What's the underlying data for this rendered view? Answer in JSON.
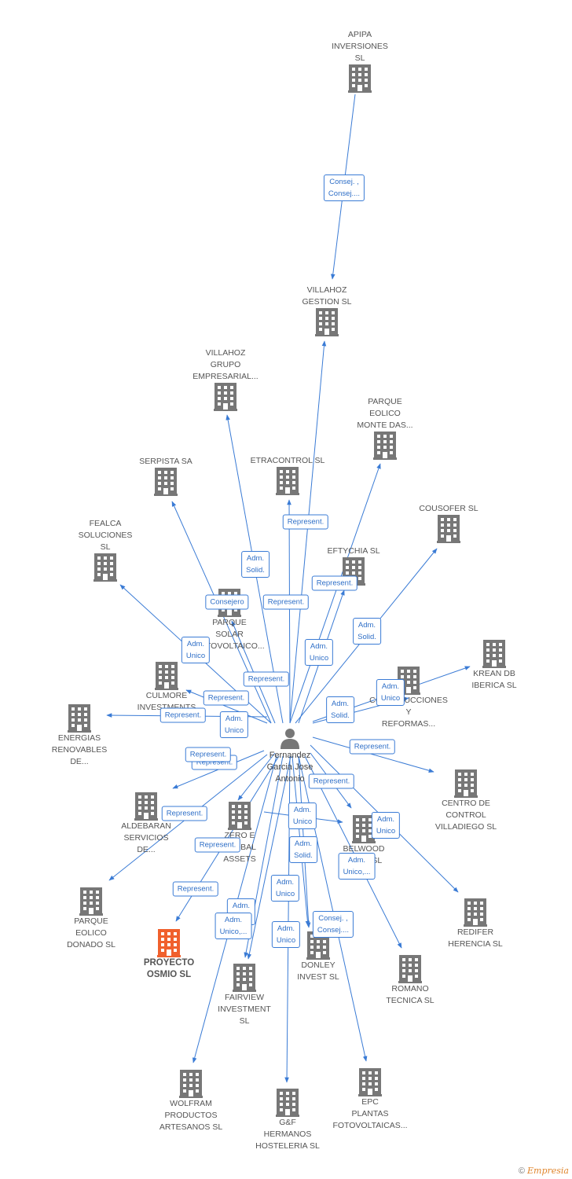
{
  "colors": {
    "edge": "#3a7bd5",
    "building": "#777777",
    "focus_building": "#f0602d",
    "person": "#777777"
  },
  "person": {
    "name": "Fernandez\nGarcia Jose\nAntonio",
    "icon": "person-icon"
  },
  "nodes": [
    {
      "id": "apipa",
      "label": "APIPA\nINVERSIONES\nSL"
    },
    {
      "id": "villahoz_gestion",
      "label": "VILLAHOZ\nGESTION  SL"
    },
    {
      "id": "villahoz_grupo",
      "label": "VILLAHOZ\nGRUPO\nEMPRESARIAL..."
    },
    {
      "id": "parque_monte",
      "label": "PARQUE\nEOLICO\nMONTE DAS..."
    },
    {
      "id": "serpista",
      "label": "SERPISTA SA"
    },
    {
      "id": "etracontrol",
      "label": "ETRACONTROL SL"
    },
    {
      "id": "cousofer",
      "label": "COUSOFER SL"
    },
    {
      "id": "fealca",
      "label": "FEALCA\nSOLUCIONES\nSL"
    },
    {
      "id": "eftychia",
      "label": "EFTYCHIA  SL"
    },
    {
      "id": "parque_solar",
      "label": "PARQUE\nSOLAR\nFOTOVOLTAICO..."
    },
    {
      "id": "krean",
      "label": "KREAN DB\nIBERICA  SL"
    },
    {
      "id": "culmore",
      "label": "CULMORE\nINVESTMENTS"
    },
    {
      "id": "construcciones",
      "label": "CONSTRUCCIONES\nY\nREFORMAS..."
    },
    {
      "id": "energias",
      "label": "ENERGIAS\nRENOVABLES\nDE..."
    },
    {
      "id": "centro_control",
      "label": "CENTRO DE\nCONTROL\nVILLADIEGO SL"
    },
    {
      "id": "aldebaran",
      "label": "ALDEBARAN\nSERVICIOS\nDE..."
    },
    {
      "id": "zero",
      "label": "ZERO E\nGLOBAL\nASSETS"
    },
    {
      "id": "belwood",
      "label": "BELWOOD\nSPAIN SL"
    },
    {
      "id": "redifer",
      "label": "REDIFER\nHERENCIA  SL"
    },
    {
      "id": "parque_donado",
      "label": "PARQUE\nEOLICO\nDONADO SL"
    },
    {
      "id": "proyecto",
      "label": "PROYECTO\nOSMIO  SL"
    },
    {
      "id": "donley",
      "label": "DONLEY\nINVEST  SL"
    },
    {
      "id": "fairview",
      "label": "FAIRVIEW\nINVESTMENT\nSL"
    },
    {
      "id": "romano",
      "label": "ROMANO\nTECNICA  SL"
    },
    {
      "id": "wolfram",
      "label": "WOLFRAM\nPRODUCTOS\nARTESANOS  SL"
    },
    {
      "id": "gf",
      "label": "G&F\nHERMANOS\nHOSTELERIA SL"
    },
    {
      "id": "epc",
      "label": "EPC\nPLANTAS\nFOTOVOLTAICAS..."
    }
  ],
  "edge_labels": [
    "Consej. ,\nConsej....",
    "Represent.",
    "Adm.\nSolid.",
    "Represent.",
    "Represent.",
    "Consejero",
    "Adm.\nSolid.",
    "Adm.\nUnico",
    "Adm.\nUnico",
    "Represent.",
    "Represent.",
    "Adm.\nUnico",
    "Adm.\nSolid.",
    "Represent.",
    "Adm.\nUnico",
    "Represent.",
    "Represent.",
    "Represent.",
    "Represent.",
    "Adm.\nUnico",
    "Adm.\nUnico",
    "Represent.",
    "Represent.",
    "Adm.\nSolid.",
    "Adm.\nUnico,...",
    "Represent.",
    "Adm.\nUnico",
    "Adm.\nUnico",
    "Adm.\nUnico,...",
    "Consej. ,\nConsej....",
    "Adm.\nUnico"
  ],
  "footer": {
    "copyright": "©",
    "brand": "Empresia"
  }
}
